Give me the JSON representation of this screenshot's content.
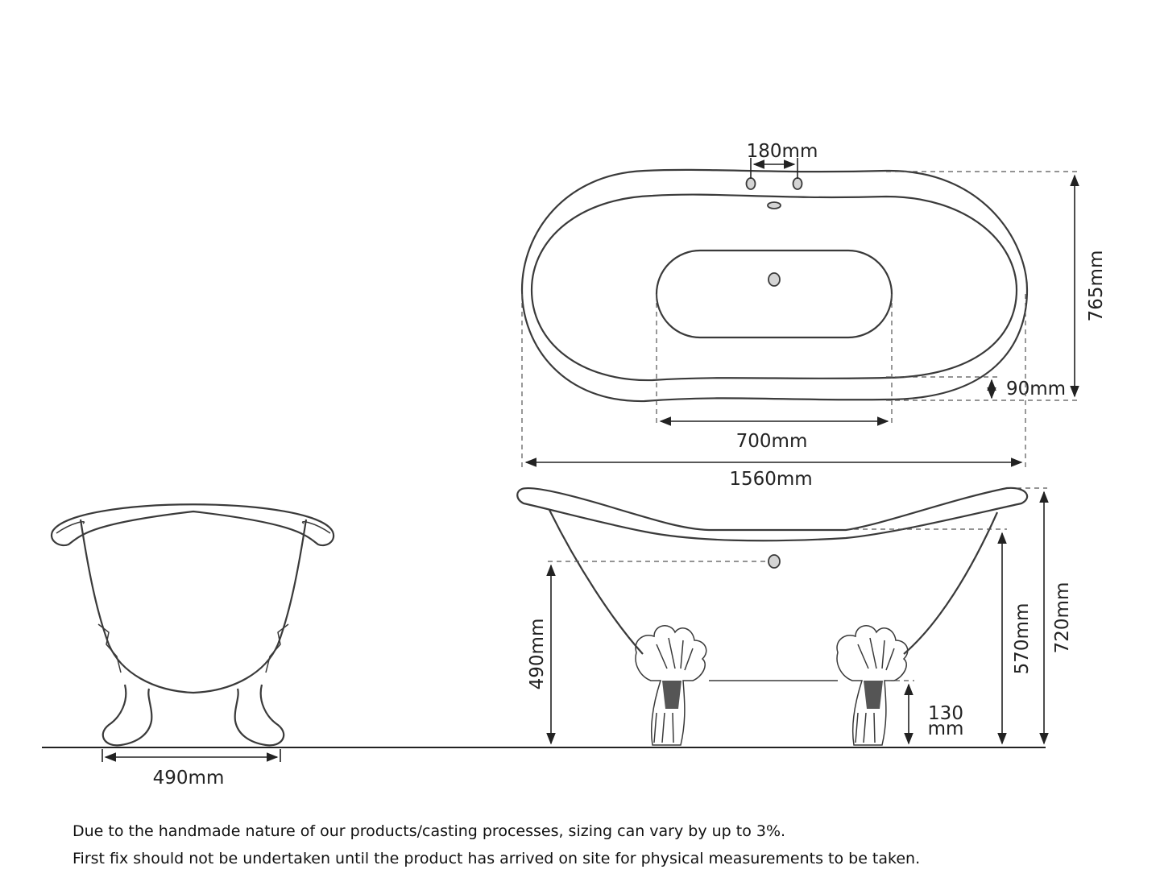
{
  "diagram": {
    "type": "technical-dimension-drawing",
    "subject": "double-ended slipper roll top bath with claw feet",
    "views": [
      "end-view",
      "top-view",
      "side-view"
    ]
  },
  "dimensions": {
    "tap_hole_spacing": "180mm",
    "overall_width": "765mm",
    "rim_width": "90mm",
    "base_length": "700mm",
    "overall_length": "1560mm",
    "overflow_height": "490mm",
    "inner_rim_height": "570mm",
    "overall_height": "720mm",
    "base_clearance_line1": "130",
    "base_clearance_line2": "mm",
    "feet_spacing": "490mm"
  },
  "notes": {
    "line1": "Due to the handmade nature of our products/casting processes, sizing can vary by up to 3%.",
    "line2": "First fix should not be undertaken until the product has arrived on site for physical measurements to be taken."
  },
  "colors": {
    "line": "#3a3a3a",
    "hole_fill": "#d4d4d4",
    "background": "#ffffff"
  }
}
